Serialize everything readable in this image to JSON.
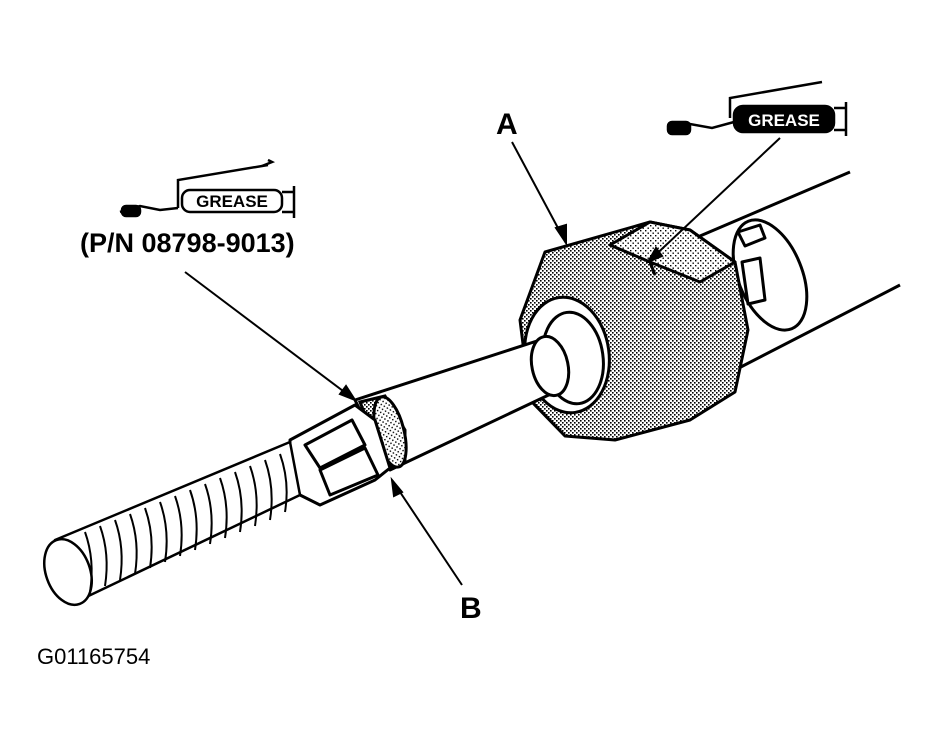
{
  "callouts": {
    "a": "A",
    "b": "B"
  },
  "grease_tags": {
    "left": "GREASE",
    "right": "GREASE"
  },
  "part_number": "(P/N 08798-9013)",
  "figure_id": "G01165754"
}
